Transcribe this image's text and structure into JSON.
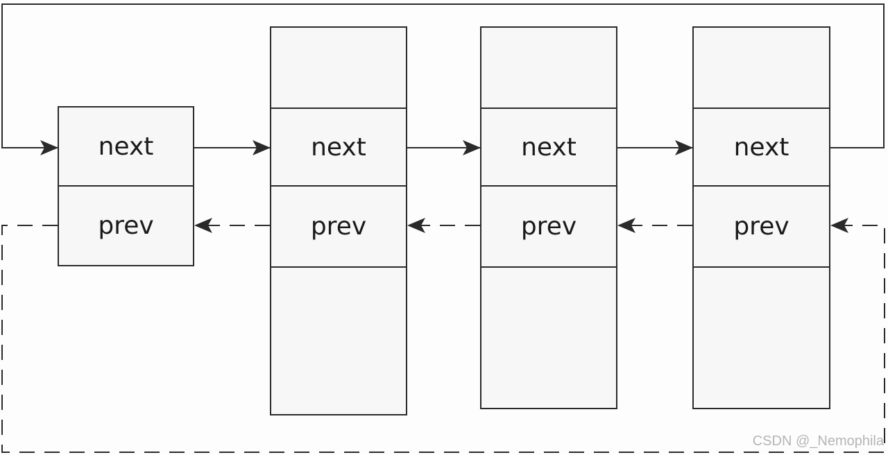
{
  "nodes": [
    {
      "next_label": "next",
      "prev_label": "prev"
    },
    {
      "next_label": "next",
      "prev_label": "prev"
    },
    {
      "next_label": "next",
      "prev_label": "prev"
    },
    {
      "next_label": "next",
      "prev_label": "prev"
    }
  ],
  "watermark": "CSDN @_Nemophila",
  "colors": {
    "line": "#2a2a2a",
    "node_fill": "#f7f7f7",
    "background": "#fdfdfd"
  }
}
